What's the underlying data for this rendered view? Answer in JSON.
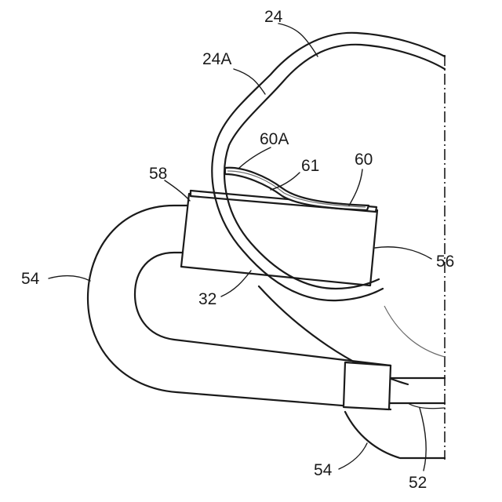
{
  "figure": {
    "labels": {
      "l24": "24",
      "l24a": "24A",
      "l60a": "60A",
      "l61": "61",
      "l60": "60",
      "l58": "58",
      "l56": "56",
      "l54_left": "54",
      "l32": "32",
      "l54_bottom": "54",
      "l52": "52"
    }
  }
}
